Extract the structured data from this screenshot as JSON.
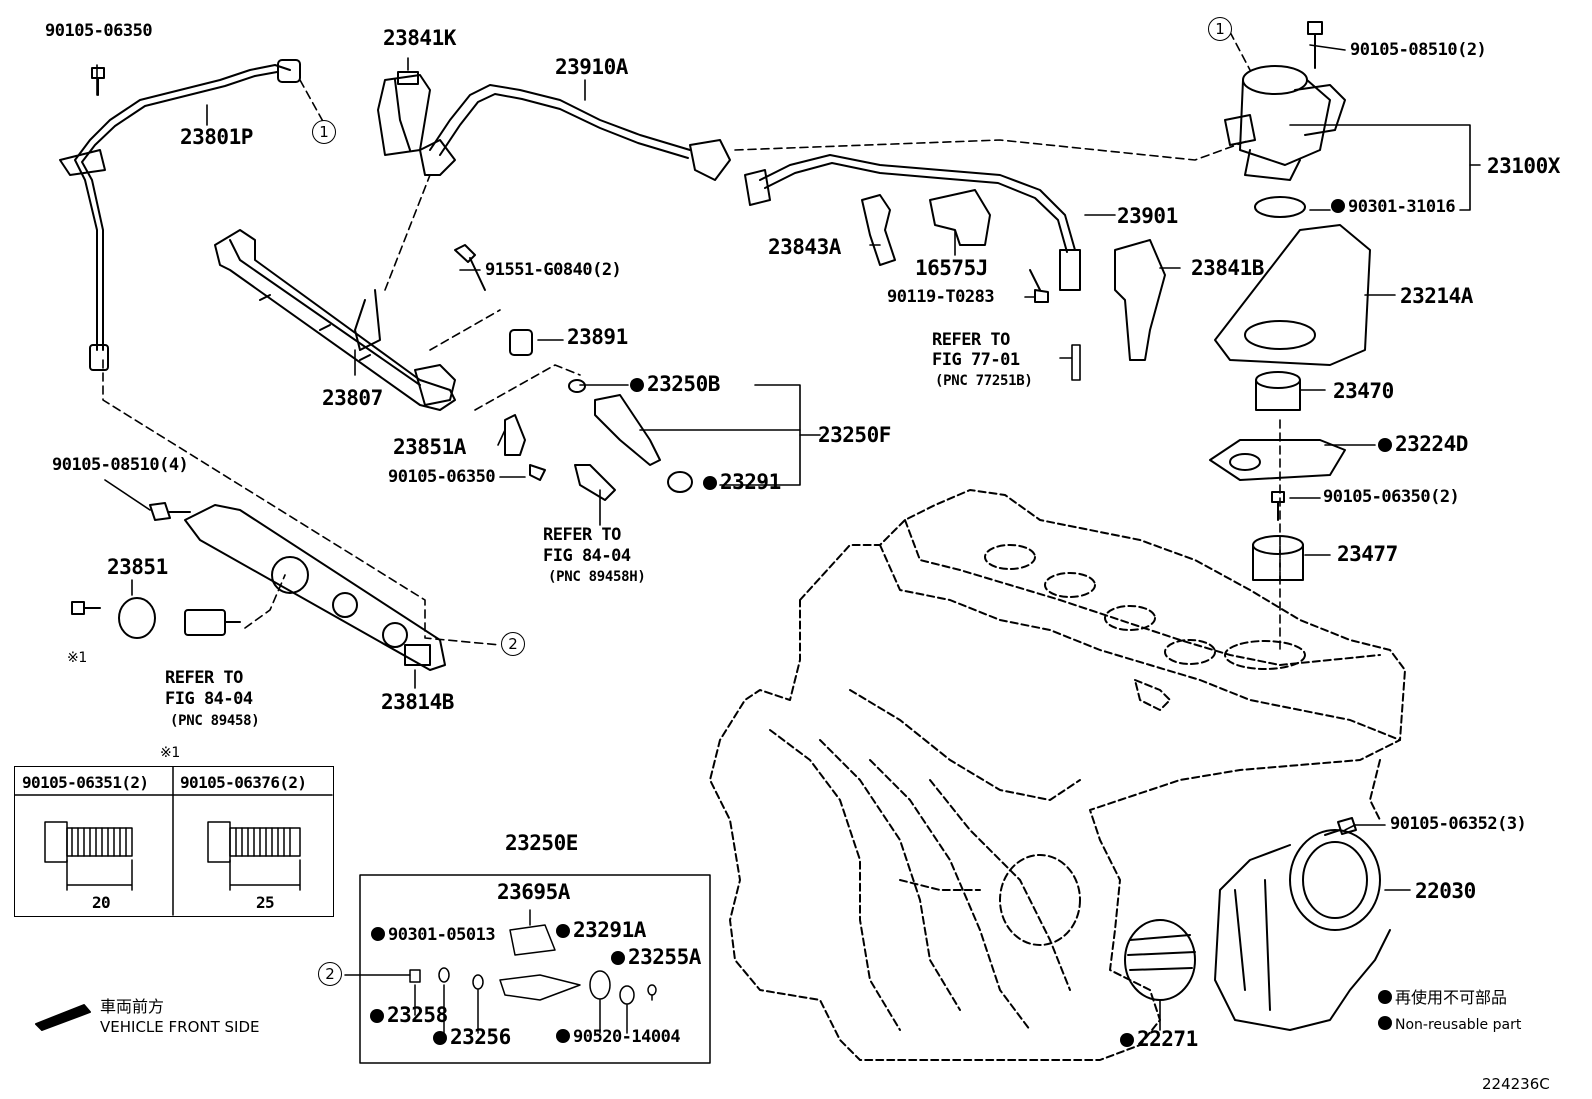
{
  "diagram_id": "224236C",
  "parts": {
    "p23801P": "23801P",
    "p90105_06350_a": "90105-06350",
    "p23841K": "23841K",
    "p23910A": "23910A",
    "p23807": "23807",
    "p91551": "91551-G0840(2)",
    "p23891": "23891",
    "p23250B": "23250B",
    "p23250F": "23250F",
    "p23851A": "23851A",
    "p90105_06350_b": "90105-06350",
    "p23291": "23291",
    "p23843A": "23843A",
    "p16575J": "16575J",
    "p90119": "90119-T0283",
    "p23901": "23901",
    "p23841B": "23841B",
    "p23100X": "23100X",
    "p90105_08510_2": "90105-08510(2)",
    "p90301_31016": "90301-31016",
    "p23214A": "23214A",
    "p23470": "23470",
    "p23224D": "23224D",
    "p90105_06350_2": "90105-06350(2)",
    "p23477": "23477",
    "p90105_08510_4": "90105-08510(4)",
    "p23851": "23851",
    "p23814B": "23814B",
    "p90105_06352": "90105-06352(3)",
    "p22030": "22030",
    "p22271": "22271",
    "p23250E": "23250E",
    "p23695A": "23695A",
    "p90301_05013": "90301-05013",
    "p23291A": "23291A",
    "p23255A": "23255A",
    "p23258": "23258",
    "p23256": "23256",
    "p90520": "90520-14004"
  },
  "refs": {
    "r1_line1": "REFER TO",
    "r1_line2": "FIG 84-04",
    "r1_line3": "(PNC 89458)",
    "r2_line1": "REFER TO",
    "r2_line2": "FIG 84-04",
    "r2_line3": "(PNC 89458H)",
    "r3_line1": "REFER TO",
    "r3_line2": "FIG 77-01",
    "r3_line3": "(PNC 77251B)"
  },
  "callouts": {
    "c1": "1",
    "c2": "2",
    "note_mark": "※1",
    "note_mark_table": "※1"
  },
  "bolt_table": {
    "col1_part": "90105-06351(2)",
    "col2_part": "90105-06376(2)",
    "col1_len": "20",
    "col2_len": "25"
  },
  "legend": {
    "jp_direction": "車両前方",
    "en_direction": "VEHICLE FRONT SIDE",
    "jp_nonreusable": "再使用不可部品",
    "en_nonreusable": "Non-reusable part"
  }
}
